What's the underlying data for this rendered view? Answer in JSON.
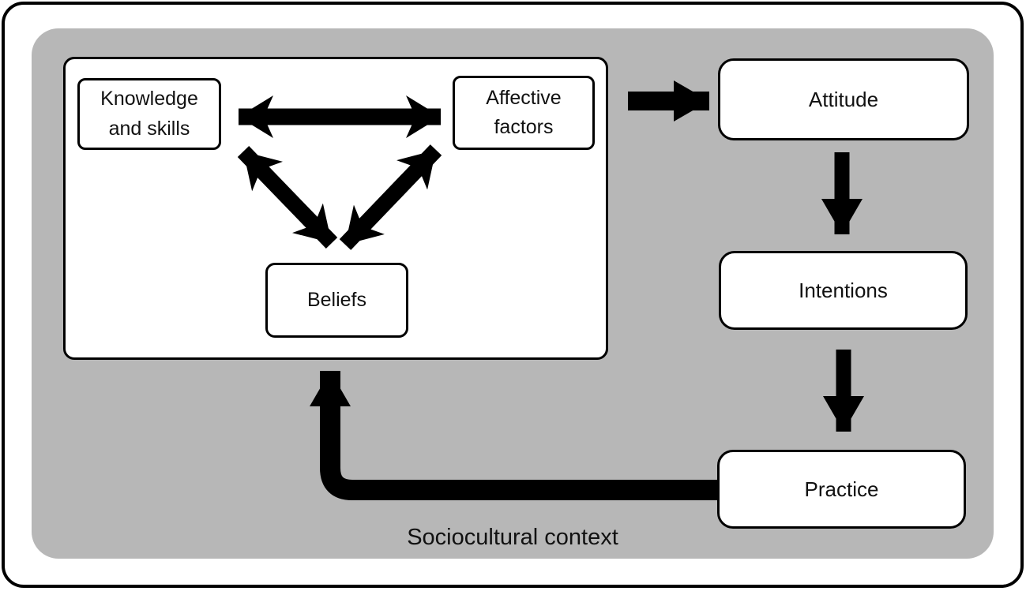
{
  "colors": {
    "context_bg": "#b7b7b7",
    "node_bg": "#ffffff",
    "stroke": "#000000",
    "text": "#111111"
  },
  "context_label": "Sociocultural context",
  "nodes": {
    "knowledge": {
      "label": "Knowledge and skills"
    },
    "affective": {
      "label": "Affective factors"
    },
    "beliefs": {
      "label": "Beliefs"
    },
    "attitude": {
      "label": "Attitude"
    },
    "intentions": {
      "label": "Intentions"
    },
    "practice": {
      "label": "Practice"
    }
  },
  "edges": [
    {
      "from": "knowledge",
      "to": "affective",
      "type": "bidirectional"
    },
    {
      "from": "knowledge",
      "to": "beliefs",
      "type": "bidirectional"
    },
    {
      "from": "beliefs",
      "to": "affective",
      "type": "bidirectional"
    },
    {
      "from": "inner-model",
      "to": "attitude",
      "type": "directed"
    },
    {
      "from": "attitude",
      "to": "intentions",
      "type": "directed"
    },
    {
      "from": "intentions",
      "to": "practice",
      "type": "directed"
    },
    {
      "from": "practice",
      "to": "inner-model",
      "type": "directed"
    }
  ]
}
